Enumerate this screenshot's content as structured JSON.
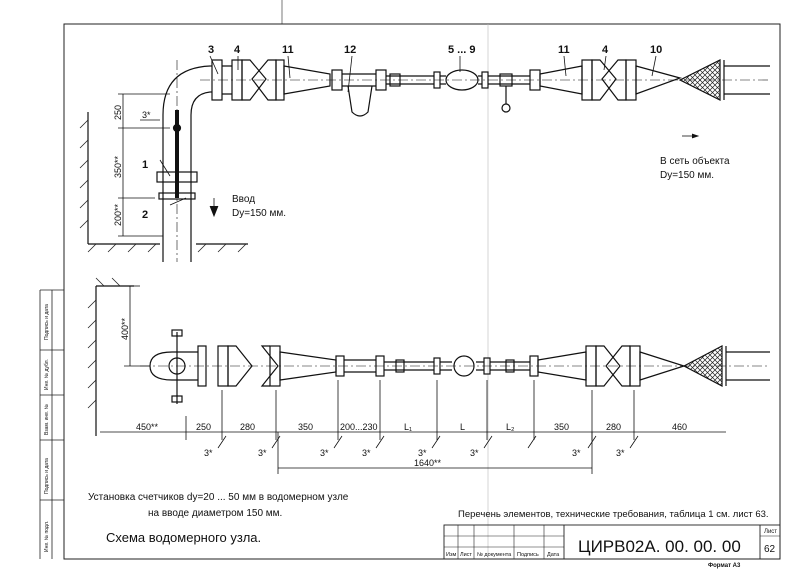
{
  "callouts": {
    "c3": "3",
    "c4a": "4",
    "c11a": "11",
    "c12": "12",
    "c59": "5 ... 9",
    "c11b": "11",
    "c4b": "4",
    "c10": "10",
    "c1": "1",
    "c2": "2"
  },
  "dims_top": {
    "d250": "250",
    "d350": "350**",
    "d200": "200**",
    "weld": "3*"
  },
  "outlet": {
    "line1": "В сеть объекта",
    "line2": "Dy=150 мм."
  },
  "inlet": {
    "line1": "Ввод",
    "line2": "Dy=150 мм."
  },
  "dims_bottom": {
    "d400": "400**",
    "segments": [
      "450**",
      "250",
      "280",
      "350",
      "200...230",
      "L₁",
      "L",
      "L₂",
      "350",
      "280",
      "460"
    ],
    "welds": [
      "3*",
      "3*",
      "3*",
      "3*",
      "3*",
      "3*",
      "3*",
      "3*"
    ],
    "total": "1640**"
  },
  "notes": {
    "install_line1": "Установка счетчиков dy=20 ... 50 мм в водомерном узле",
    "install_line2": "на вводе диаметром 150 мм.",
    "reference": "Перечень элементов, технические требования, таблица 1 см. лист 63.",
    "title": "Схема водомерного узла."
  },
  "side_stamp": [
    "Подпись и дата",
    "Инв. № дубл.",
    "Взам. инв. №",
    "Подпись и дата",
    "Инв. № подл."
  ],
  "title_block": {
    "cols": [
      "Изм",
      "Лист",
      "№ документа",
      "Подпись",
      "Дата"
    ],
    "code": "ЦИРВ02А. 00. 00. 00",
    "sheet_label": "Лист",
    "sheet_no": "62",
    "format": "Формат А3"
  }
}
